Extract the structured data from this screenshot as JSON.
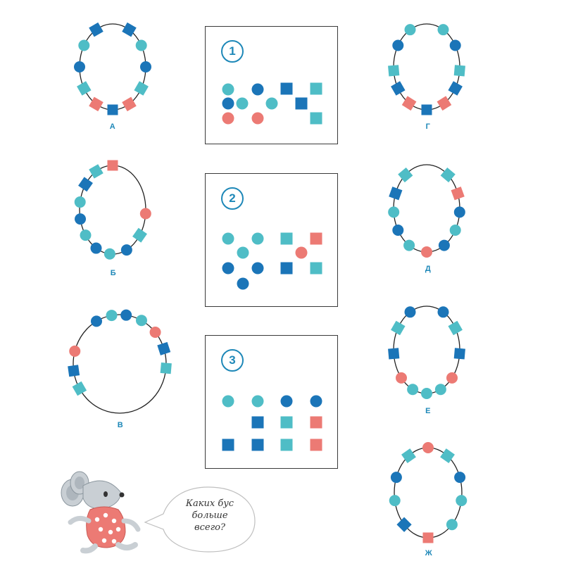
{
  "colors": {
    "light": "#4fbdc6",
    "dark": "#1b75b8",
    "pink": "#ec7a74",
    "string": "#222222",
    "label": "#1e88b8"
  },
  "necklaces": [
    {
      "label": "А",
      "beads": [
        {
          "t": "sq",
          "c": "dark",
          "a": -120
        },
        {
          "t": "sq",
          "c": "dark",
          "a": -60
        },
        {
          "t": "ci",
          "c": "light",
          "a": -150
        },
        {
          "t": "ci",
          "c": "light",
          "a": -30
        },
        {
          "t": "ci",
          "c": "dark",
          "a": 180
        },
        {
          "t": "ci",
          "c": "dark",
          "a": 0
        },
        {
          "t": "sq",
          "c": "light",
          "a": 150
        },
        {
          "t": "sq",
          "c": "light",
          "a": 30
        },
        {
          "t": "sq",
          "c": "pink",
          "a": 120
        },
        {
          "t": "sq",
          "c": "pink",
          "a": 60
        },
        {
          "t": "sq",
          "c": "dark",
          "a": 90
        }
      ]
    },
    {
      "label": "Б",
      "beads": [
        {
          "t": "sq",
          "c": "pink",
          "a": -90
        },
        {
          "t": "sq",
          "c": "light",
          "a": -120
        },
        {
          "t": "sq",
          "c": "dark",
          "a": -145
        },
        {
          "t": "ci",
          "c": "light",
          "a": -170
        },
        {
          "t": "ci",
          "c": "dark",
          "a": 168
        },
        {
          "t": "ci",
          "c": "light",
          "a": 145
        },
        {
          "t": "ci",
          "c": "dark",
          "a": 120
        },
        {
          "t": "ci",
          "c": "light",
          "a": 95
        },
        {
          "t": "ci",
          "c": "dark",
          "a": 65
        },
        {
          "t": "sq",
          "c": "light",
          "a": 35
        },
        {
          "t": "ci",
          "c": "pink",
          "a": 5
        }
      ]
    },
    {
      "label": "В",
      "beads": [
        {
          "t": "ci",
          "c": "dark",
          "a": -120
        },
        {
          "t": "ci",
          "c": "light",
          "a": -100
        },
        {
          "t": "ci",
          "c": "dark",
          "a": -82
        },
        {
          "t": "ci",
          "c": "light",
          "a": -62
        },
        {
          "t": "ci",
          "c": "pink",
          "a": -40
        },
        {
          "t": "sq",
          "c": "dark",
          "a": -18
        },
        {
          "t": "sq",
          "c": "light",
          "a": 5
        },
        {
          "t": "ci",
          "c": "pink",
          "a": -165
        },
        {
          "t": "sq",
          "c": "dark",
          "a": 172
        },
        {
          "t": "sq",
          "c": "light",
          "a": 150
        }
      ]
    },
    {
      "label": "Г",
      "beads": [
        {
          "t": "ci",
          "c": "light",
          "a": -120
        },
        {
          "t": "ci",
          "c": "light",
          "a": -60
        },
        {
          "t": "ci",
          "c": "dark",
          "a": -150
        },
        {
          "t": "ci",
          "c": "dark",
          "a": -30
        },
        {
          "t": "sq",
          "c": "light",
          "a": 175
        },
        {
          "t": "sq",
          "c": "light",
          "a": 5
        },
        {
          "t": "sq",
          "c": "dark",
          "a": 150
        },
        {
          "t": "sq",
          "c": "dark",
          "a": 30
        },
        {
          "t": "sq",
          "c": "pink",
          "a": 122
        },
        {
          "t": "sq",
          "c": "pink",
          "a": 58
        },
        {
          "t": "sq",
          "c": "dark",
          "a": 90
        }
      ]
    },
    {
      "label": "Д",
      "beads": [
        {
          "t": "sq",
          "c": "light",
          "a": -130
        },
        {
          "t": "sq",
          "c": "light",
          "a": -50
        },
        {
          "t": "sq",
          "c": "dark",
          "a": -160
        },
        {
          "t": "sq",
          "c": "pink",
          "a": -20
        },
        {
          "t": "ci",
          "c": "light",
          "a": 175
        },
        {
          "t": "ci",
          "c": "dark",
          "a": 5
        },
        {
          "t": "ci",
          "c": "dark",
          "a": 150
        },
        {
          "t": "ci",
          "c": "light",
          "a": 30
        },
        {
          "t": "ci",
          "c": "light",
          "a": 122
        },
        {
          "t": "ci",
          "c": "dark",
          "a": 58
        },
        {
          "t": "ci",
          "c": "pink",
          "a": 90
        }
      ]
    },
    {
      "label": "Е",
      "beads": [
        {
          "t": "ci",
          "c": "dark",
          "a": -120
        },
        {
          "t": "ci",
          "c": "dark",
          "a": -60
        },
        {
          "t": "sq",
          "c": "light",
          "a": -150
        },
        {
          "t": "sq",
          "c": "light",
          "a": -30
        },
        {
          "t": "sq",
          "c": "dark",
          "a": 175
        },
        {
          "t": "sq",
          "c": "dark",
          "a": 5
        },
        {
          "t": "ci",
          "c": "pink",
          "a": 140
        },
        {
          "t": "ci",
          "c": "pink",
          "a": 40
        },
        {
          "t": "ci",
          "c": "light",
          "a": 115
        },
        {
          "t": "ci",
          "c": "light",
          "a": 65
        },
        {
          "t": "ci",
          "c": "light",
          "a": 90
        }
      ]
    },
    {
      "label": "Ж",
      "beads": [
        {
          "t": "ci",
          "c": "pink",
          "a": -90
        },
        {
          "t": "sq",
          "c": "light",
          "a": -125
        },
        {
          "t": "sq",
          "c": "light",
          "a": -55
        },
        {
          "t": "ci",
          "c": "dark",
          "a": -160
        },
        {
          "t": "ci",
          "c": "dark",
          "a": -20
        },
        {
          "t": "ci",
          "c": "light",
          "a": 170
        },
        {
          "t": "ci",
          "c": "light",
          "a": 10
        },
        {
          "t": "sq",
          "c": "dark",
          "a": 135
        },
        {
          "t": "ci",
          "c": "light",
          "a": 45
        },
        {
          "t": "sq",
          "c": "pink",
          "a": 90
        }
      ]
    }
  ],
  "boxes": [
    {
      "number": "1",
      "beads": [
        {
          "t": "ci",
          "c": "light"
        },
        {
          "t": "ci",
          "c": "dark"
        },
        {
          "t": "sq",
          "c": "dark"
        },
        {
          "t": "sq",
          "c": "light"
        },
        {
          "t": "ci",
          "c": "dark"
        },
        {
          "t": "ci",
          "c": "light"
        },
        {
          "t": "ci",
          "c": "light"
        },
        {
          "t": "sq",
          "c": "dark"
        },
        {
          "t": "ci",
          "c": "pink"
        },
        {
          "t": "ci",
          "c": "pink"
        },
        {
          "t": "sq",
          "c": "light"
        }
      ]
    },
    {
      "number": "2",
      "beads": [
        {
          "t": "ci",
          "c": "light"
        },
        {
          "t": "ci",
          "c": "light"
        },
        {
          "t": "ci",
          "c": "light"
        },
        {
          "t": "ci",
          "c": "dark"
        },
        {
          "t": "ci",
          "c": "dark"
        },
        {
          "t": "ci",
          "c": "dark"
        },
        {
          "t": "sq",
          "c": "light"
        },
        {
          "t": "sq",
          "c": "pink"
        },
        {
          "t": "ci",
          "c": "pink"
        },
        {
          "t": "sq",
          "c": "dark"
        },
        {
          "t": "sq",
          "c": "light"
        }
      ]
    },
    {
      "number": "3",
      "beads": [
        {
          "t": "ci",
          "c": "light"
        },
        {
          "t": "ci",
          "c": "light"
        },
        {
          "t": "ci",
          "c": "dark"
        },
        {
          "t": "ci",
          "c": "dark"
        },
        {
          "t": "sq",
          "c": "dark"
        },
        {
          "t": "sq",
          "c": "light"
        },
        {
          "t": "sq",
          "c": "pink"
        },
        {
          "t": "sq",
          "c": "dark"
        },
        {
          "t": "sq",
          "c": "dark"
        },
        {
          "t": "sq",
          "c": "light"
        },
        {
          "t": "sq",
          "c": "pink"
        }
      ]
    }
  ],
  "speech": {
    "lines": [
      "Каких бус",
      "больше",
      "всего?"
    ]
  }
}
